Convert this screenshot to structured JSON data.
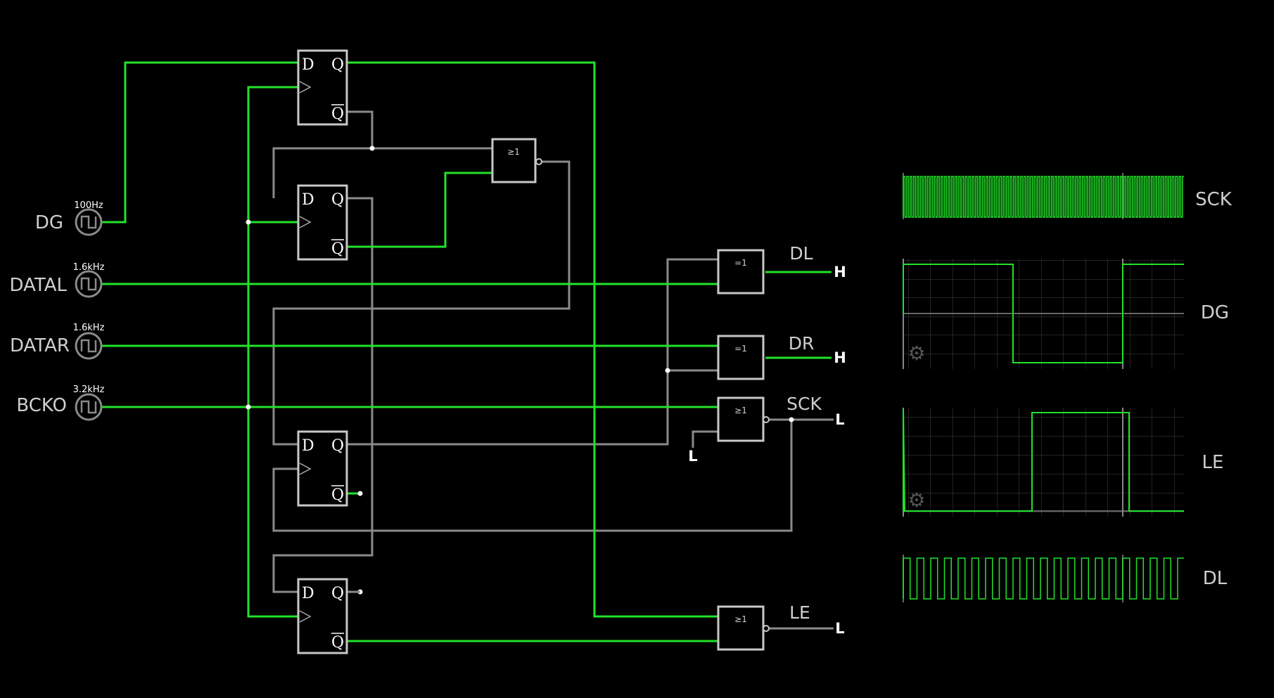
{
  "colors": {
    "wire_on": "#22e22a",
    "wire_off": "#8a8a8a",
    "component": "#c8c8c8",
    "background": "#000000"
  },
  "clocks": [
    {
      "name": "DG",
      "freq": "100Hz"
    },
    {
      "name": "DATAL",
      "freq": "1.6kHz"
    },
    {
      "name": "DATAR",
      "freq": "1.6kHz"
    },
    {
      "name": "BCKO",
      "freq": "3.2kHz"
    }
  ],
  "flipflop": {
    "d": "D",
    "q": "Q",
    "qbar": "Q"
  },
  "gates": {
    "xor": "=1",
    "or": "≥1"
  },
  "outputs": [
    {
      "name": "DL",
      "level": "H"
    },
    {
      "name": "DR",
      "level": "H"
    },
    {
      "name": "SCK",
      "level": "L"
    },
    {
      "name": "LE",
      "level": "L"
    }
  ],
  "const_input": "L",
  "scope": {
    "traces": [
      "SCK",
      "DG",
      "LE",
      "DL"
    ],
    "settings_icon": "gear-icon"
  }
}
